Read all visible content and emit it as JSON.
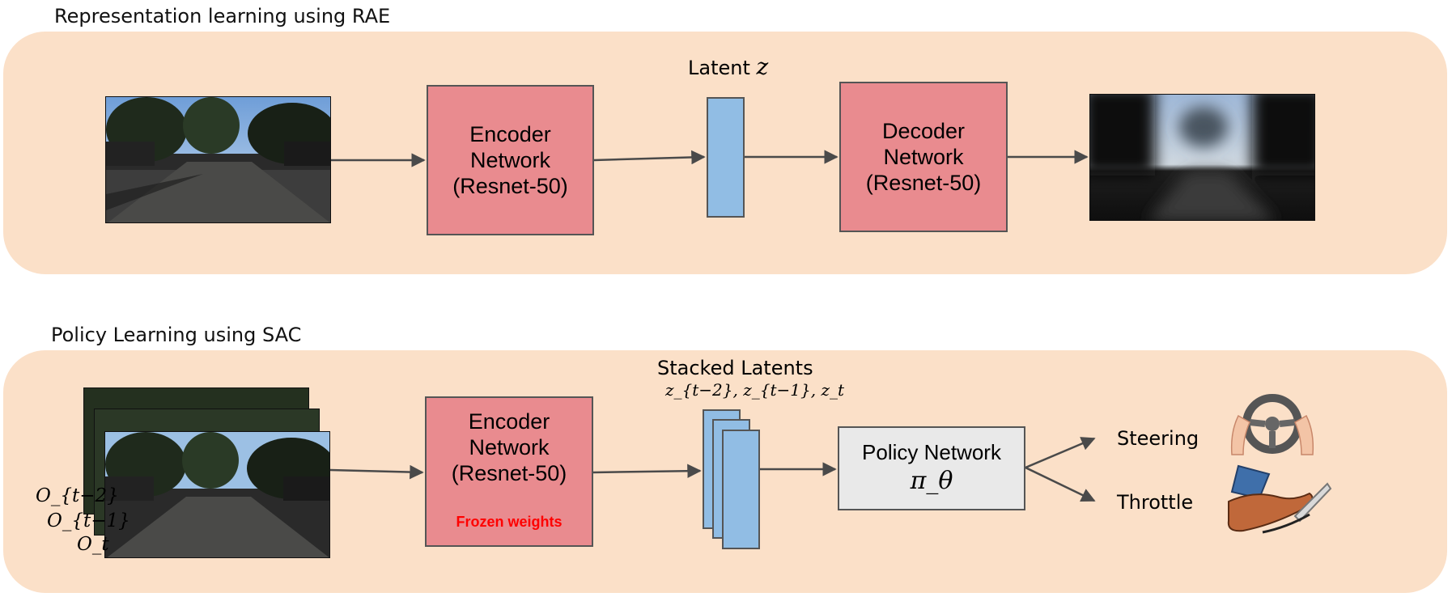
{
  "rae": {
    "title": "Representation learning using RAE",
    "encoder_lines": [
      "Encoder",
      "Network",
      "(Resnet-50)"
    ],
    "latent_label": "Latent",
    "latent_symbol": "z",
    "decoder_lines": [
      "Decoder",
      "Network",
      "(Resnet-50)"
    ]
  },
  "sac": {
    "title": "Policy Learning using SAC",
    "encoder_lines": [
      "Encoder",
      "Network",
      "(Resnet-50)"
    ],
    "frozen_label": "Frozen weights",
    "stacked_label": "Stacked Latents",
    "stacked_symbols": "z_{t−2}, z_{t−1}, z_t",
    "obs_labels": [
      "O_{t−2}",
      "O_{t−1}",
      "O_t"
    ],
    "policy_label": "Policy Network",
    "policy_symbol": "π_θ",
    "outputs": [
      "Steering",
      "Throttle"
    ]
  },
  "colors": {
    "panel": "#fbe0c8",
    "network_box": "#e98b8f",
    "latent": "#91bde4",
    "policy_box": "#e9e9e9",
    "frozen_text": "#ff0000"
  }
}
